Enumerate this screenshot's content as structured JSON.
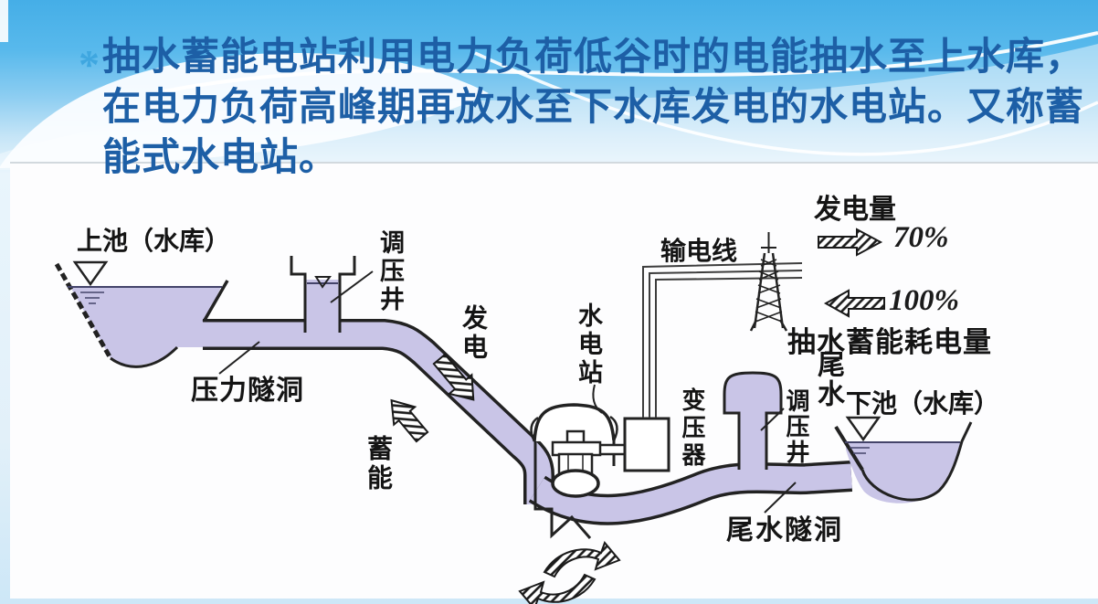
{
  "slide": {
    "bullet": "*",
    "text_lines": [
      "抽水蓄能电站利用电力负荷低谷时的电能抽水至上水库，",
      "在电力负荷高峰期再放水至下水库发电的水电站。又称蓄",
      "能式水电站。"
    ]
  },
  "diagram": {
    "labels": {
      "upper_reservoir": "上池（水库）",
      "surge_shaft_upper": "调压井",
      "pressure_tunnel": "压力隧洞",
      "generate": "发电",
      "store": "蓄能",
      "power_station": "水电站",
      "transmission_line": "输电线",
      "generation_amount": "发电量",
      "generation_pct": "70%",
      "pumping_pct": "100%",
      "pumping_energy_consumption": "抽水蓄能耗电量",
      "transformer": "变压器",
      "tailwater": "尾水",
      "surge_shaft_lower": "调压井",
      "lower_reservoir": "下池（水库）",
      "tailrace_tunnel": "尾水隧洞"
    },
    "colors": {
      "water": "#c9c5e7",
      "outline": "#222222",
      "sky": "#4fb3e8",
      "title_text": "#1d5fa6",
      "bullet": "#3fa7e0"
    }
  }
}
